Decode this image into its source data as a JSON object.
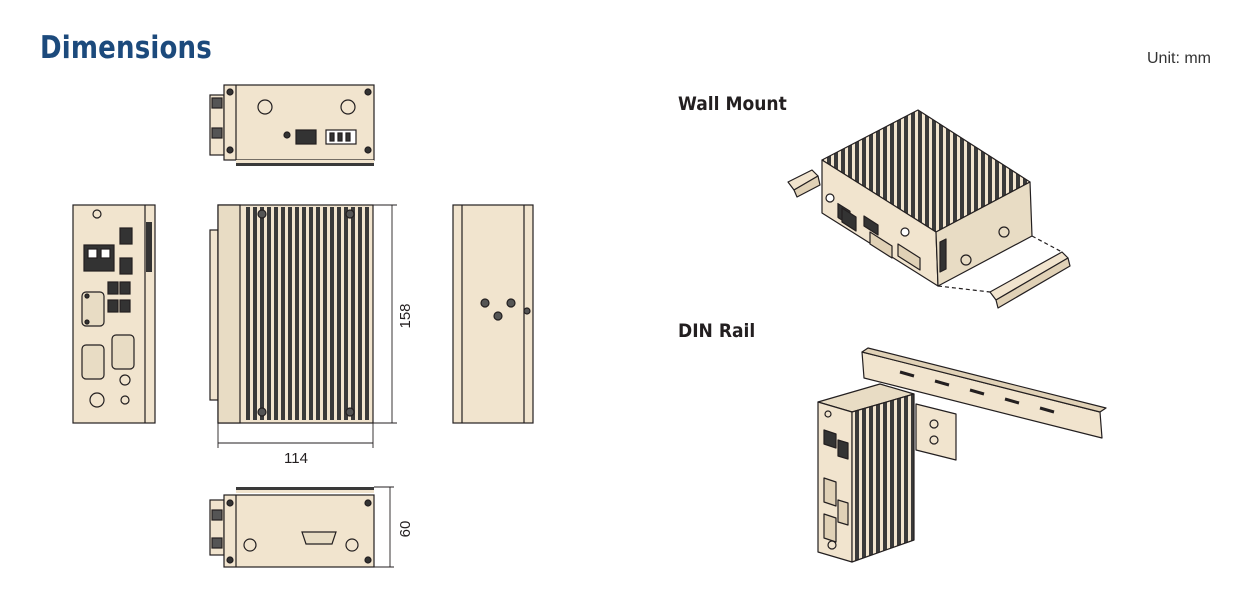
{
  "header": {
    "title": "Dimensions",
    "unit": "Unit: mm"
  },
  "views": {
    "wall_mount_label": "Wall Mount",
    "din_rail_label": "DIN Rail"
  },
  "dimensions": {
    "width": "114",
    "height": "158",
    "depth": "60"
  },
  "colors": {
    "title": "#1c4a7c",
    "chassis": "#f1e4ce",
    "outline": "#231f20",
    "fins": "#3a3a3a"
  }
}
